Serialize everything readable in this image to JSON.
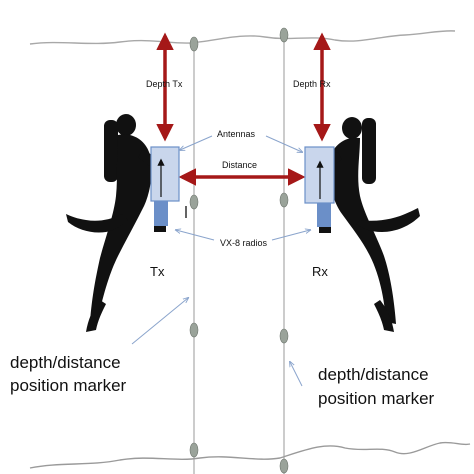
{
  "labels": {
    "depth_tx": "Depth Tx",
    "depth_rx": "Depth Rx",
    "antennas": "Antennas",
    "distance": "Distance",
    "radios": "VX-8 radios",
    "tx": "Tx",
    "rx": "Rx",
    "marker_left_line1": "depth/distance",
    "marker_left_line2": "position marker",
    "marker_right_line1": "depth/distance",
    "marker_right_line2": "position marker"
  },
  "colors": {
    "arrow_red": "#a51818",
    "radio_blue": "#6b8fc8",
    "radio_fill": "#c9d6ec",
    "diver_black": "#111111",
    "marker_gray": "#9aa39a",
    "line_gray": "#8a8a8a",
    "pointer_blue": "#8aa4cc"
  },
  "icons": {
    "diver_left": "scuba-diver-icon",
    "diver_right": "scuba-diver-icon",
    "marker": "float-marker-icon",
    "radio": "radio-device-icon"
  }
}
